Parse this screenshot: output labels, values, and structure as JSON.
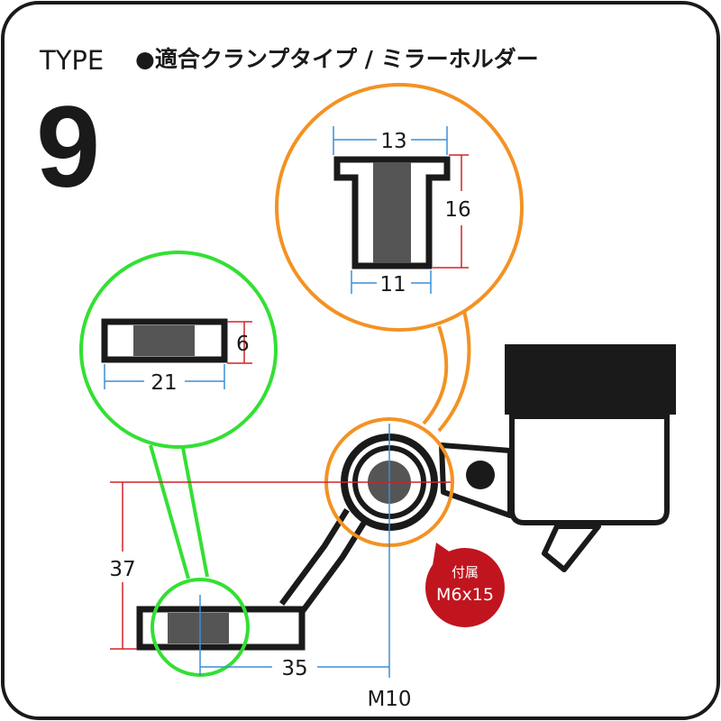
{
  "header": {
    "type_label": "TYPE",
    "type_number": "9",
    "title": "●適合クランプタイプ / ミラーホルダー"
  },
  "clamp_detail": {
    "width": "21",
    "height": "6"
  },
  "collar_detail": {
    "top_width": "13",
    "bottom_width": "11",
    "height": "16"
  },
  "assembly": {
    "vertical_offset": "37",
    "horizontal_offset": "35",
    "thread": "M10"
  },
  "badge": {
    "line1": "付属",
    "line2": "M6x15"
  },
  "colors": {
    "outline": "#1a1a1a",
    "part_fill": "#ffffff",
    "core_gray": "#555555",
    "dimension_blue": "#3a8fd8",
    "dimension_red": "#d2232a",
    "highlight_green": "#33e033",
    "highlight_orange": "#f39223",
    "badge_red": "#c0151f"
  }
}
